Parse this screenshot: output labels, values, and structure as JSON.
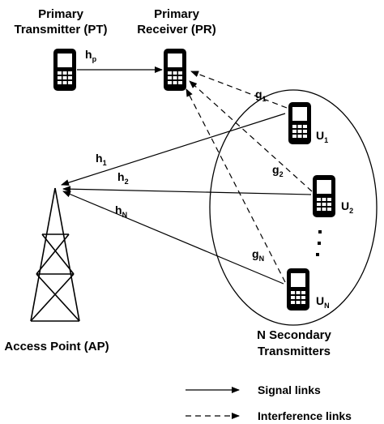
{
  "primary_transmitter": {
    "line1": "Primary",
    "line2": "Transmitter (PT)"
  },
  "primary_receiver": {
    "line1": "Primary",
    "line2": "Receiver (PR)"
  },
  "access_point": {
    "label": "Access Point (AP)"
  },
  "secondary_group": {
    "line1": "N Secondary",
    "line2": "Transmitters"
  },
  "users": [
    {
      "base": "U",
      "sub": "1"
    },
    {
      "base": "U",
      "sub": "2"
    },
    {
      "base": "U",
      "sub": "N"
    }
  ],
  "links": {
    "hp": {
      "base": "h",
      "sub": "p"
    },
    "h1": {
      "base": "h",
      "sub": "1"
    },
    "h2": {
      "base": "h",
      "sub": "2"
    },
    "hN": {
      "base": "h",
      "sub": "N"
    },
    "g1": {
      "base": "g",
      "sub": "1"
    },
    "g2": {
      "base": "g",
      "sub": "2"
    },
    "gN": {
      "base": "g",
      "sub": "N"
    }
  },
  "legend": {
    "signal": "Signal links",
    "interference": "Interference links"
  }
}
